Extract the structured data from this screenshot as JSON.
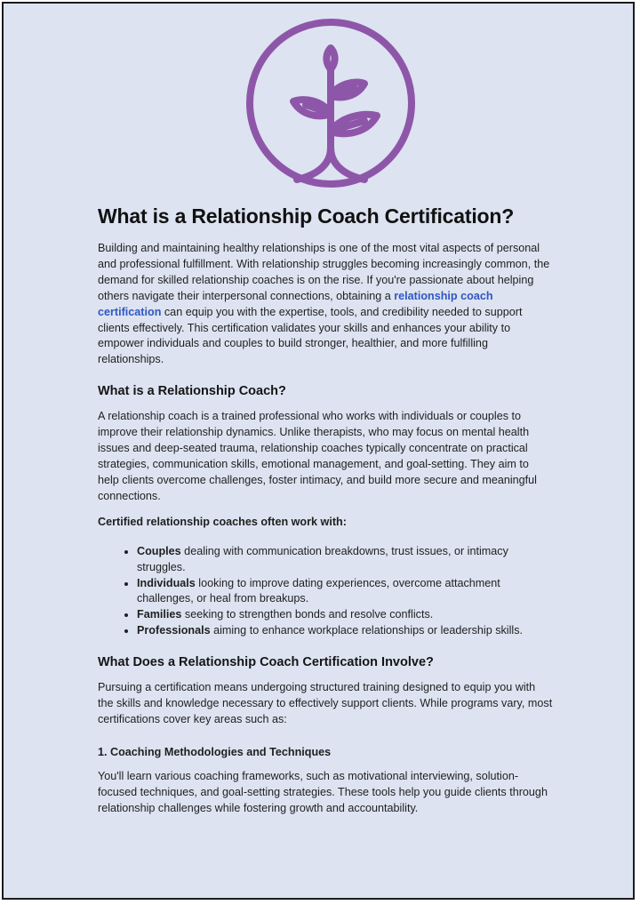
{
  "logo": {
    "name": "sprout-in-circle",
    "color": "#8e56a8"
  },
  "title": "What is a Relationship Coach Certification?",
  "intro": {
    "before": "Building and maintaining healthy relationships is one of the most vital aspects of personal and professional fulfillment. With relationship struggles becoming increasingly common, the demand for skilled relationship coaches is on the rise. If you're passionate about helping others navigate their interpersonal connections, obtaining a ",
    "link": "relationship coach certification",
    "after": " can equip you with the expertise, tools, and credibility needed to support clients effectively. This certification validates your skills and enhances your ability to empower individuals and couples to build stronger, healthier, and more fulfilling relationships."
  },
  "section1": {
    "heading": "What is a Relationship Coach?",
    "body": "A relationship coach is a trained professional who works with individuals or couples to improve their relationship dynamics. Unlike therapists, who may focus on mental health issues and deep-seated trauma, relationship coaches typically concentrate on practical strategies, communication skills, emotional management, and goal-setting. They aim to help clients overcome challenges, foster intimacy, and build more secure and meaningful connections.",
    "subhead": "Certified relationship coaches often work with:",
    "list": [
      {
        "bold": "Couples",
        "text": " dealing with communication breakdowns, trust issues, or intimacy struggles."
      },
      {
        "bold": "Individuals",
        "text": " looking to improve dating experiences, overcome attachment challenges, or heal from breakups."
      },
      {
        "bold": "Families",
        "text": " seeking to strengthen bonds and resolve conflicts."
      },
      {
        "bold": "Professionals",
        "text": " aiming to enhance workplace relationships or leadership skills."
      }
    ]
  },
  "section2": {
    "heading": "What Does a Relationship Coach Certification Involve?",
    "body": "Pursuing a certification means undergoing structured training designed to equip you with the skills and knowledge necessary to effectively support clients. While programs vary, most certifications cover key areas such as:",
    "sub1": {
      "heading": "1. Coaching Methodologies and Techniques",
      "body": "You'll learn various coaching frameworks, such as motivational interviewing, solution-focused techniques, and goal-setting strategies. These tools help you guide clients through relationship challenges while fostering growth and accountability."
    }
  }
}
